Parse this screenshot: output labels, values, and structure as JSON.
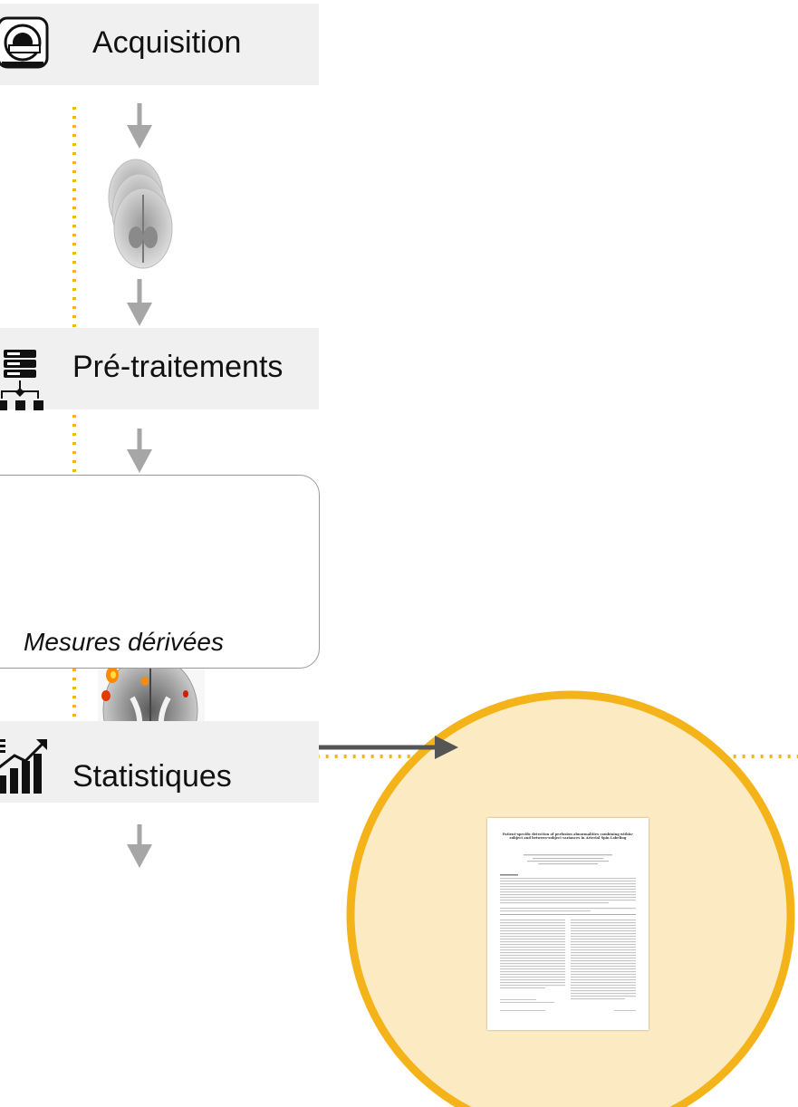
{
  "stages": [
    {
      "id": "acquisition",
      "label": "Acquisition",
      "icon": "mri-scanner-icon"
    },
    {
      "id": "preprocessing",
      "label": "Pré-traitements",
      "icon": "server-pipeline-icon"
    },
    {
      "id": "statistics",
      "label": "Statistiques",
      "icon": "bar-chart-growth-icon"
    }
  ],
  "derived_box": {
    "label": "Mesures dérivées"
  },
  "paper": {
    "title": "Patient-specific detection of perfusion abnormalities combining within-subject and between-subject variances in Arterial Spin Labeling"
  },
  "colors": {
    "stage_bg": "#f0f0f0",
    "arrow": "#a6a6a6",
    "highlight_circle_fill": "#fcebc2",
    "highlight_circle_stroke": "#f5b31a",
    "dotted_path": "#f5b31a",
    "publication_arrow": "#555555"
  }
}
